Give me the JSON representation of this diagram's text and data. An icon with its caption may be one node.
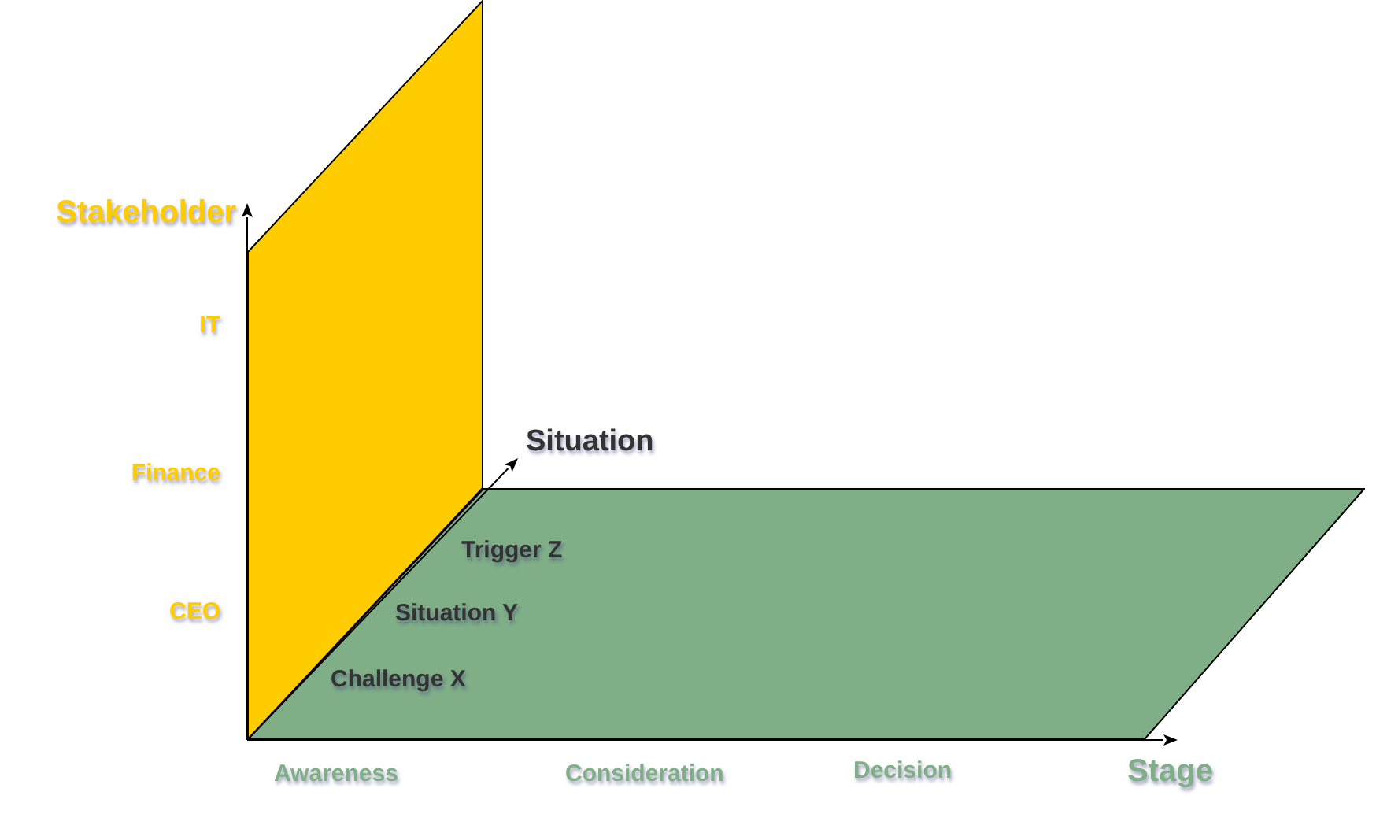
{
  "diagram": {
    "nodes": [
      {
        "text": [],
        "shape": "parallelogram"
      },
      {
        "text": [
          "Trigger Z",
          "Situation Y",
          "Challenge X"
        ]
      }
    ],
    "labels": [
      "Stakeholder",
      "IT",
      "Situation",
      "Finance",
      "CEO",
      "Awareness",
      "Consideration",
      "Decision",
      "Stage"
    ]
  }
}
